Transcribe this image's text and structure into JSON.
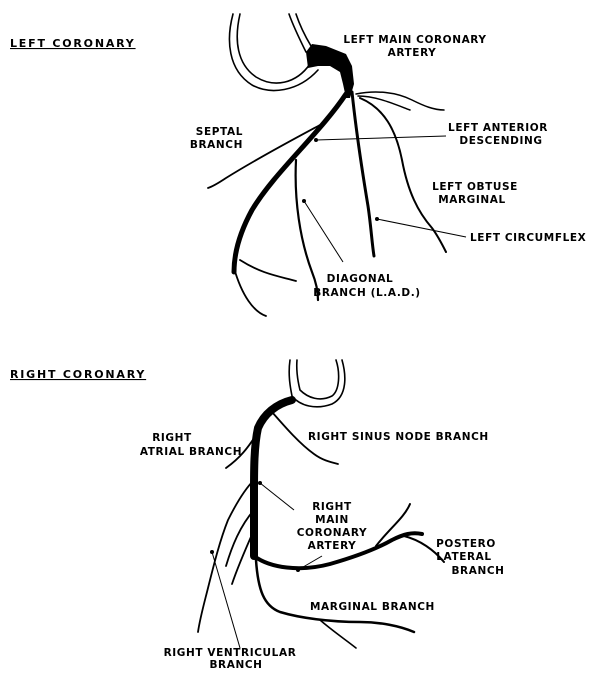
{
  "left": {
    "section_title": "LEFT CORONARY",
    "labels": {
      "left_main_1": "LEFT MAIN CORONARY",
      "left_main_2": "ARTERY",
      "septal_1": "SEPTAL",
      "septal_2": "BRANCH",
      "lad_1": "LEFT ANTERIOR",
      "lad_2": "DESCENDING",
      "obtuse_1": "LEFT OBTUSE",
      "obtuse_2": "MARGINAL",
      "circumflex": "LEFT CIRCUMFLEX",
      "diagonal_1": "DIAGONAL",
      "diagonal_2": "BRANCH (L.A.D.)"
    }
  },
  "right": {
    "section_title": "RIGHT CORONARY",
    "labels": {
      "atrial_1": "RIGHT",
      "atrial_2": "ATRIAL BRANCH",
      "sinus": "RIGHT SINUS NODE BRANCH",
      "main_1": "RIGHT",
      "main_2": "MAIN",
      "main_3": "CORONARY",
      "main_4": "ARTERY",
      "postero_1": "POSTERO",
      "postero_2": "LATERAL",
      "postero_3": "BRANCH",
      "marginal": "MARGINAL BRANCH",
      "ventricular_1": "RIGHT VENTRICULAR",
      "ventricular_2": "BRANCH"
    }
  }
}
